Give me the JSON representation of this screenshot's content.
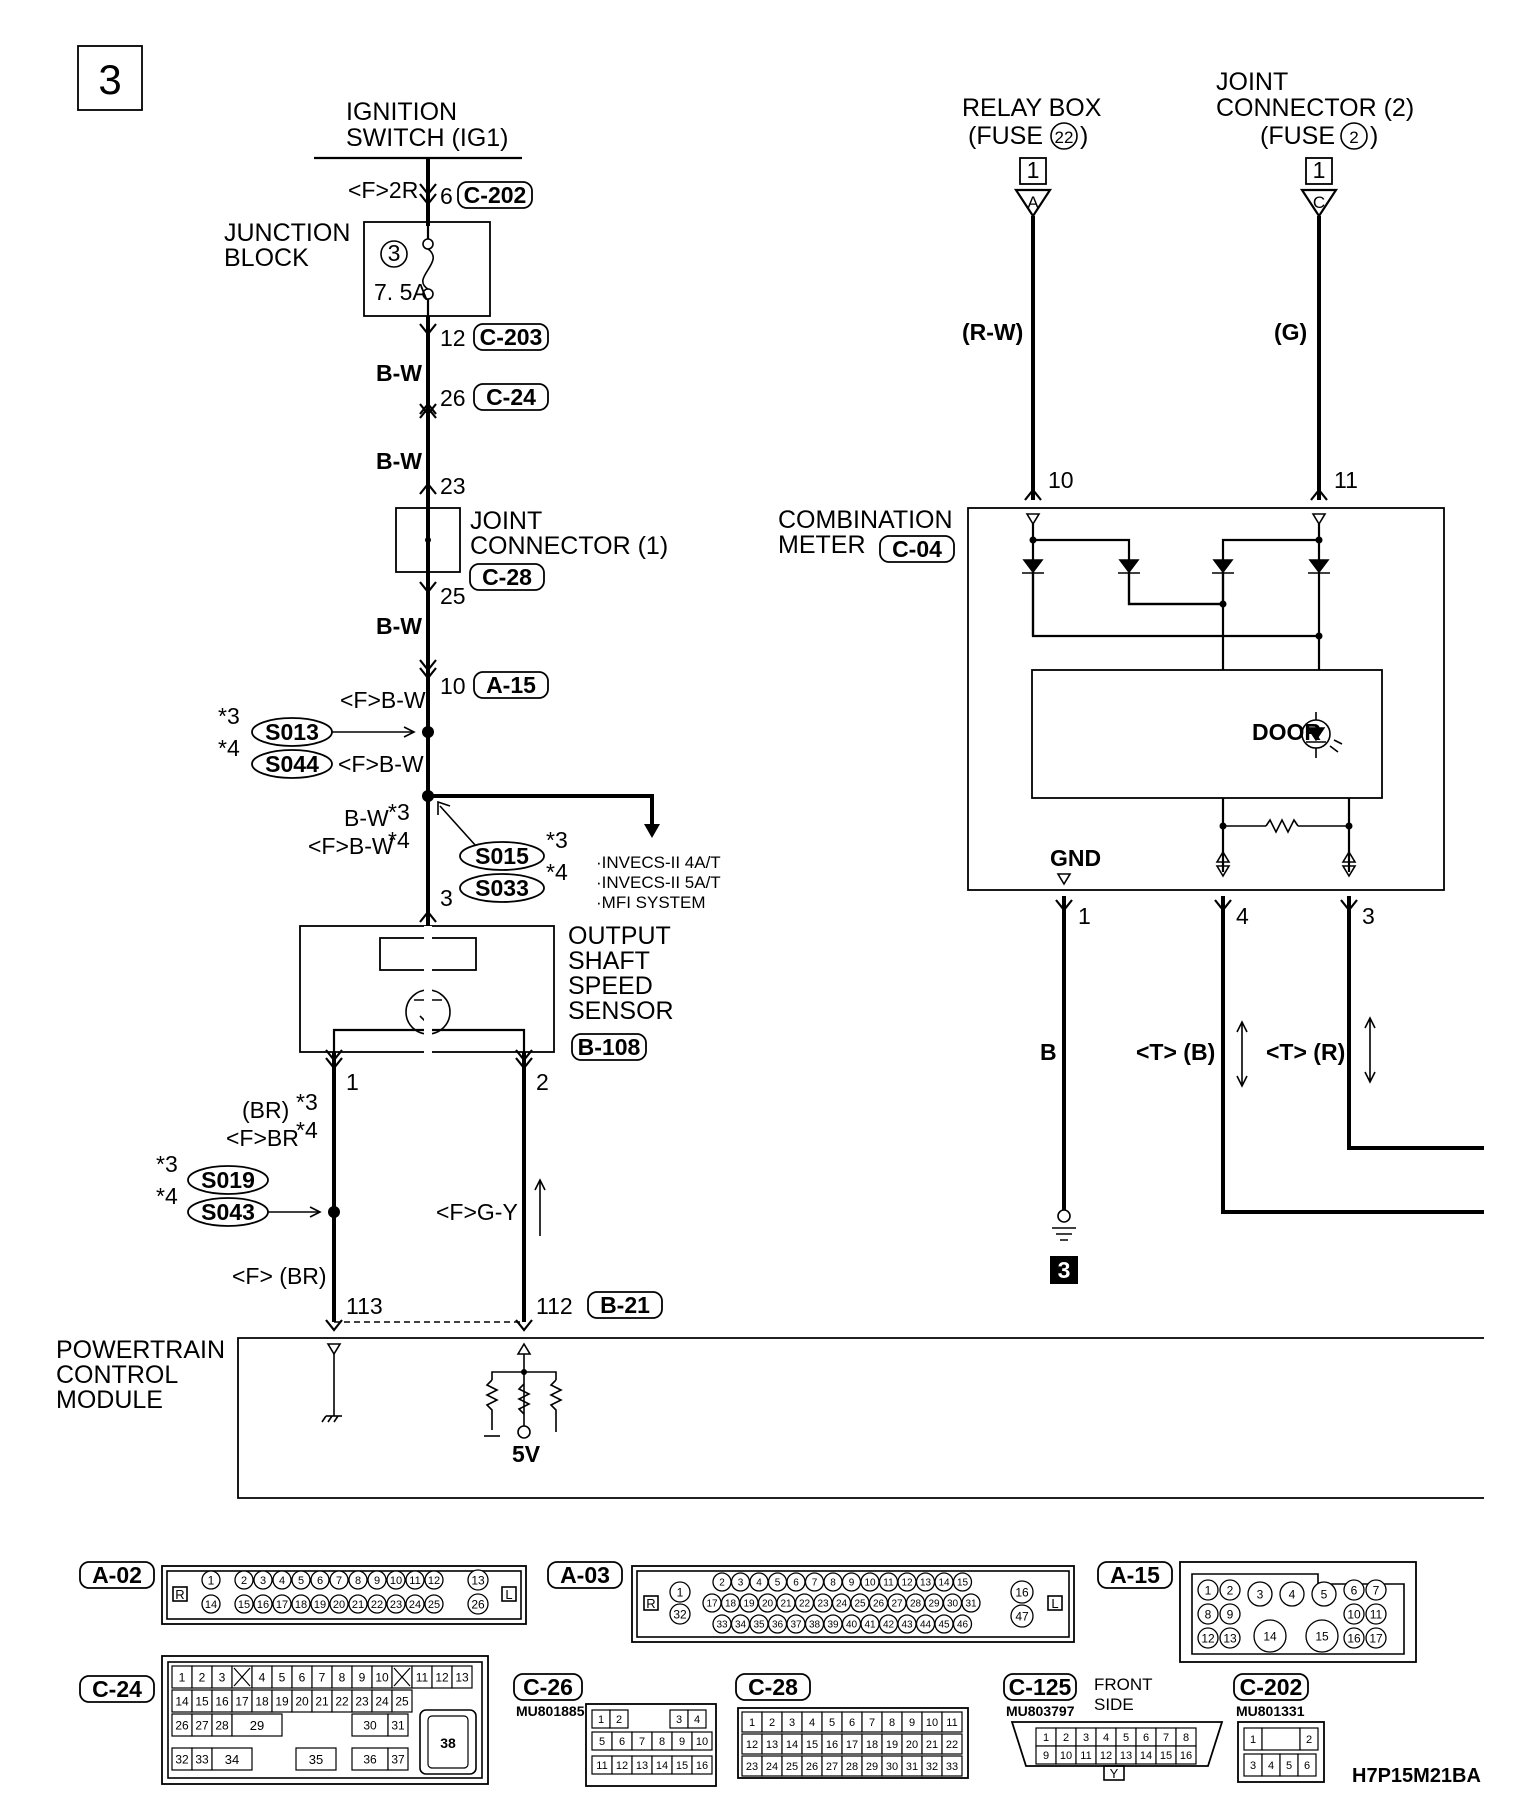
{
  "page_number": "3",
  "ignition_switch": {
    "line1": "IGNITION",
    "line2": "SWITCH (IG1)"
  },
  "relay_box": {
    "line1": "RELAY BOX",
    "line2": "(FUSE",
    "fuse": "22",
    "close": ")",
    "box_num": "1",
    "terminal": "A"
  },
  "joint_connector_2": {
    "line1": "JOINT",
    "line2": "CONNECTOR (2)",
    "line3": "(FUSE",
    "fuse": "2",
    "close": ")",
    "box_num": "1",
    "terminal": "C"
  },
  "junction_block": {
    "line1": "JUNCTION",
    "line2": "BLOCK",
    "fuse_num": "3",
    "rating": "7. 5A"
  },
  "pin_labels": {
    "f2r": "<F>2R",
    "p6": "6",
    "c202": "C-202",
    "p12": "12",
    "c203": "C-203",
    "bw1": "B-W",
    "p26": "26",
    "c24": "C-24",
    "bw2": "B-W",
    "p23": "23",
    "p25": "25",
    "c28": "C-28",
    "bw3": "B-W",
    "p10": "10",
    "a15": "A-15",
    "fbw1": "<F>B-W",
    "fbw2": "<F>B-W",
    "bw4": "B-W",
    "fbw3": "<F>B-W",
    "star3": "*3",
    "star4": "*4",
    "p3": "3",
    "p1": "1",
    "p2": "2",
    "b108": "B-108",
    "br": "(BR)",
    "fbr": "<F>BR",
    "fgy": "<F>G-Y",
    "fbr2": "<F> (BR)",
    "p113": "113",
    "p112": "112",
    "b21": "B-21"
  },
  "joint_connector_1": {
    "line1": "JOINT",
    "line2": "CONNECTOR (1)"
  },
  "splices": {
    "s013": "S013",
    "s044": "S044",
    "s015": "S015",
    "s033": "S033",
    "s019": "S019",
    "s043": "S043"
  },
  "system_notes": [
    "·INVECS-II 4A/T",
    "·INVECS-II 5A/T",
    "·MFI SYSTEM"
  ],
  "output_shaft_sensor": {
    "line1": "OUTPUT",
    "line2": "SHAFT",
    "line3": "SPEED",
    "line4": "SENSOR"
  },
  "powertrain": {
    "line1": "POWERTRAIN",
    "line2": "CONTROL",
    "line3": "MODULE",
    "v5": "5V"
  },
  "combination_meter": {
    "line1": "COMBINATION",
    "line2": "METER",
    "conn": "C-04",
    "rw": "(R-W)",
    "g": "(G)",
    "p10": "10",
    "p11": "11",
    "door": "DOOR",
    "gnd": "GND",
    "p1": "1",
    "p4": "4",
    "p3": "3",
    "b": "B",
    "tb": "<T> (B)",
    "tr": "<T> (R)",
    "ground_ref": "3"
  },
  "connectors": {
    "a02": "A-02",
    "a03": "A-03",
    "a15": "A-15",
    "c24": "C-24",
    "c26": "C-26",
    "c28": "C-28",
    "c125": "C-125",
    "c202": "C-202",
    "mu_c26": "MU801885",
    "mu_c125": "MU803797",
    "mu_c202": "MU801331",
    "front": "FRONT",
    "side": "SIDE",
    "r": "R",
    "l": "L",
    "y": "Y"
  },
  "a02_pins": {
    "row1": [
      "1",
      "2",
      "3",
      "4",
      "5",
      "6",
      "7",
      "8",
      "9",
      "10",
      "11",
      "12"
    ],
    "row2": [
      "14",
      "15",
      "16",
      "17",
      "18",
      "19",
      "20",
      "21",
      "22",
      "23",
      "24",
      "25"
    ],
    "left13": "13",
    "right26": "26"
  },
  "a03_pins": {
    "row1": [
      "2",
      "3",
      "4",
      "5",
      "6",
      "7",
      "8",
      "9",
      "10",
      "11",
      "12",
      "13",
      "14",
      "15"
    ],
    "row2": [
      "17",
      "18",
      "19",
      "20",
      "21",
      "22",
      "23",
      "24",
      "25",
      "26",
      "27",
      "28",
      "29",
      "30",
      "31"
    ],
    "row3": [
      "33",
      "34",
      "35",
      "36",
      "37",
      "38",
      "39",
      "40",
      "41",
      "42",
      "43",
      "44",
      "45",
      "46"
    ],
    "p1": "1",
    "p32": "32",
    "p16": "16",
    "p47": "47"
  },
  "a15_pins": [
    "1",
    "2",
    "3",
    "4",
    "5",
    "6",
    "7",
    "8",
    "9",
    "10",
    "11",
    "12",
    "13",
    "14",
    "15",
    "16",
    "17"
  ],
  "c24_pins": {
    "row1": [
      "1",
      "2",
      "3",
      "",
      "4",
      "5",
      "6",
      "7",
      "8",
      "9",
      "10",
      "",
      "11",
      "12",
      "13"
    ],
    "row2": [
      "14",
      "15",
      "16",
      "17",
      "18",
      "19",
      "20",
      "21",
      "22",
      "23",
      "24",
      "25"
    ],
    "row3": [
      "26",
      "27",
      "28",
      "29",
      "30",
      "31"
    ],
    "row4": [
      "32",
      "33",
      "34",
      "35",
      "36",
      "37"
    ],
    "big": "38"
  },
  "c26_pins": {
    "row1": [
      "1",
      "2",
      "3",
      "4"
    ],
    "row2": [
      "5",
      "6",
      "7",
      "8",
      "9",
      "10"
    ],
    "row3": [
      "11",
      "12",
      "13",
      "14",
      "15",
      "16"
    ]
  },
  "c28_pins": {
    "row1": [
      "1",
      "2",
      "3",
      "4",
      "5",
      "6",
      "7",
      "8",
      "9",
      "10",
      "11"
    ],
    "row2": [
      "12",
      "13",
      "14",
      "15",
      "16",
      "17",
      "18",
      "19",
      "20",
      "21",
      "22"
    ],
    "row3": [
      "23",
      "24",
      "25",
      "26",
      "27",
      "28",
      "29",
      "30",
      "31",
      "32",
      "33"
    ]
  },
  "c125_pins": {
    "row1": [
      "1",
      "2",
      "3",
      "4",
      "5",
      "6",
      "7",
      "8"
    ],
    "row2": [
      "9",
      "10",
      "11",
      "12",
      "13",
      "14",
      "15",
      "16"
    ]
  },
  "c202_pins": {
    "row1": [
      "1",
      "2"
    ],
    "row2": [
      "3",
      "4",
      "5",
      "6"
    ]
  },
  "drawing_id": "H7P15M21BA"
}
